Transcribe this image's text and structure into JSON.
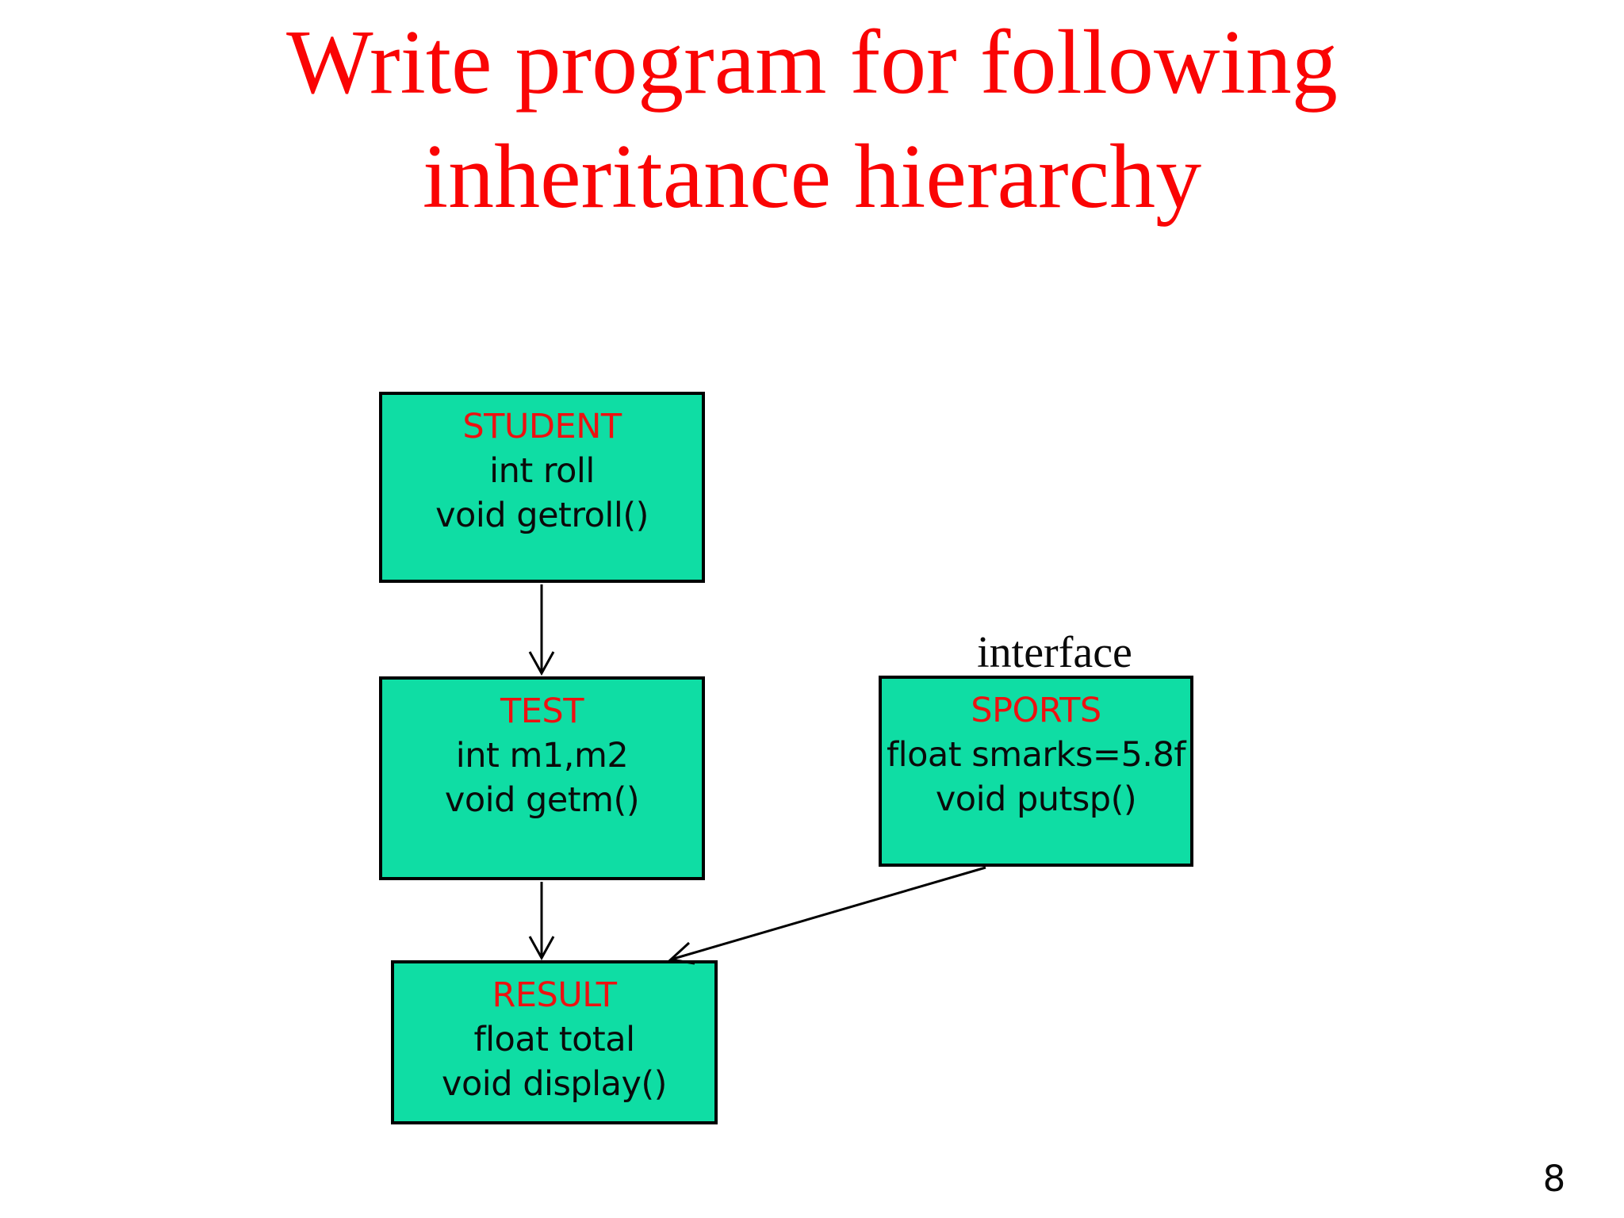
{
  "title": "Write program for following\ninheritance hierarchy",
  "page_number": "8",
  "colors": {
    "title_red": "#fa0404",
    "class_name_red": "#ee1111",
    "box_fill_green": "#0fdda4",
    "box_border": "#000000",
    "body_text": "#0a0a0a"
  },
  "diagram": {
    "interface_label": "interface",
    "boxes": [
      {
        "title": "STUDENT",
        "lines": [
          "int roll",
          "void getroll()"
        ]
      },
      {
        "title": "TEST",
        "lines": [
          "int m1,m2",
          "void getm()"
        ]
      },
      {
        "title": "SPORTS",
        "lines": [
          "float smarks=5.8f",
          "void putsp()"
        ]
      },
      {
        "title": "RESULT",
        "lines": [
          "float total",
          "void display()"
        ]
      }
    ],
    "arrows": [
      {
        "name": "arrow-student-to-test",
        "from": "STUDENT",
        "to": "TEST"
      },
      {
        "name": "arrow-test-to-result",
        "from": "TEST",
        "to": "RESULT"
      },
      {
        "name": "arrow-sports-to-result",
        "from": "SPORTS",
        "to": "RESULT"
      }
    ]
  }
}
